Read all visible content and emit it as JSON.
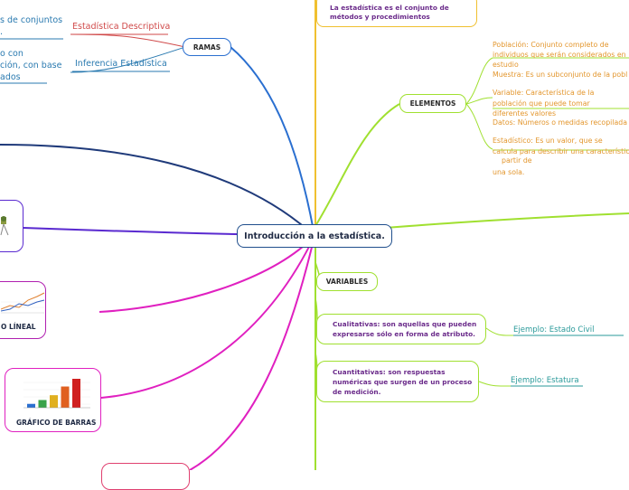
{
  "center_topic": "Introducción a la estadística.",
  "top_note": {
    "line1": "La estadística es el conjunto de",
    "line2": "métodos y procedimientos"
  },
  "ramas": {
    "label": "RAMAS",
    "descriptiva_label": "Estadística Descriptiva",
    "inferencia_label": "Inferencia Estadística",
    "desc_text": {
      "line1": "s de conjuntos",
      "line2": "."
    },
    "inf_text": {
      "line1": "o con",
      "line2": "ción, con base",
      "line3": "ados"
    }
  },
  "elementos": {
    "label": "ELEMENTOS",
    "poblacion": {
      "line1": "Población: Conjunto completo de",
      "line2": "individuos que serán considerados en",
      "line3": "estudio"
    },
    "muestra": "Muestra: Es un subconjunto de la pobl",
    "variable": {
      "line1": "Variable: Característica de la",
      "line2": "población que puede tomar",
      "line3": "diferentes valores"
    },
    "datos": "Datos: Números o medidas recopilada",
    "estadistico": {
      "line1": "Estadístico: Es un valor,  que se",
      "line2": "calcula para describir una característic",
      "line3": "partir de",
      "line4": "una sola."
    }
  },
  "variables": {
    "label": "VARIABLES"
  },
  "cualitativas": {
    "line1": "Cualitativas: son aquellas que pueden",
    "line2": "expresarse sólo en forma de atributo.",
    "example": "Ejemplo: Estado Civil"
  },
  "cuantitativas": {
    "line1": "Cuantitativas: son respuestas",
    "line2": "numéricas que surgen de un proceso",
    "line3": "de medición.",
    "example": "Ejemplo: Estatura"
  },
  "graph_lineal_label": "O LÍNEAL",
  "graph_barras_label": "GRÁFICO DE BARRAS",
  "bar_chart": {
    "values": [
      4,
      8,
      13,
      22,
      30
    ],
    "colors": [
      "#2a6fd0",
      "#3aa34a",
      "#e0b020",
      "#e06020",
      "#d02020"
    ]
  },
  "colors": {
    "blue": "#2a6fd0",
    "yellow": "#f0c030",
    "green": "#a0e030",
    "purple": "#5a2ad0",
    "magenta": "#e020c0",
    "pink": "#e04070"
  }
}
